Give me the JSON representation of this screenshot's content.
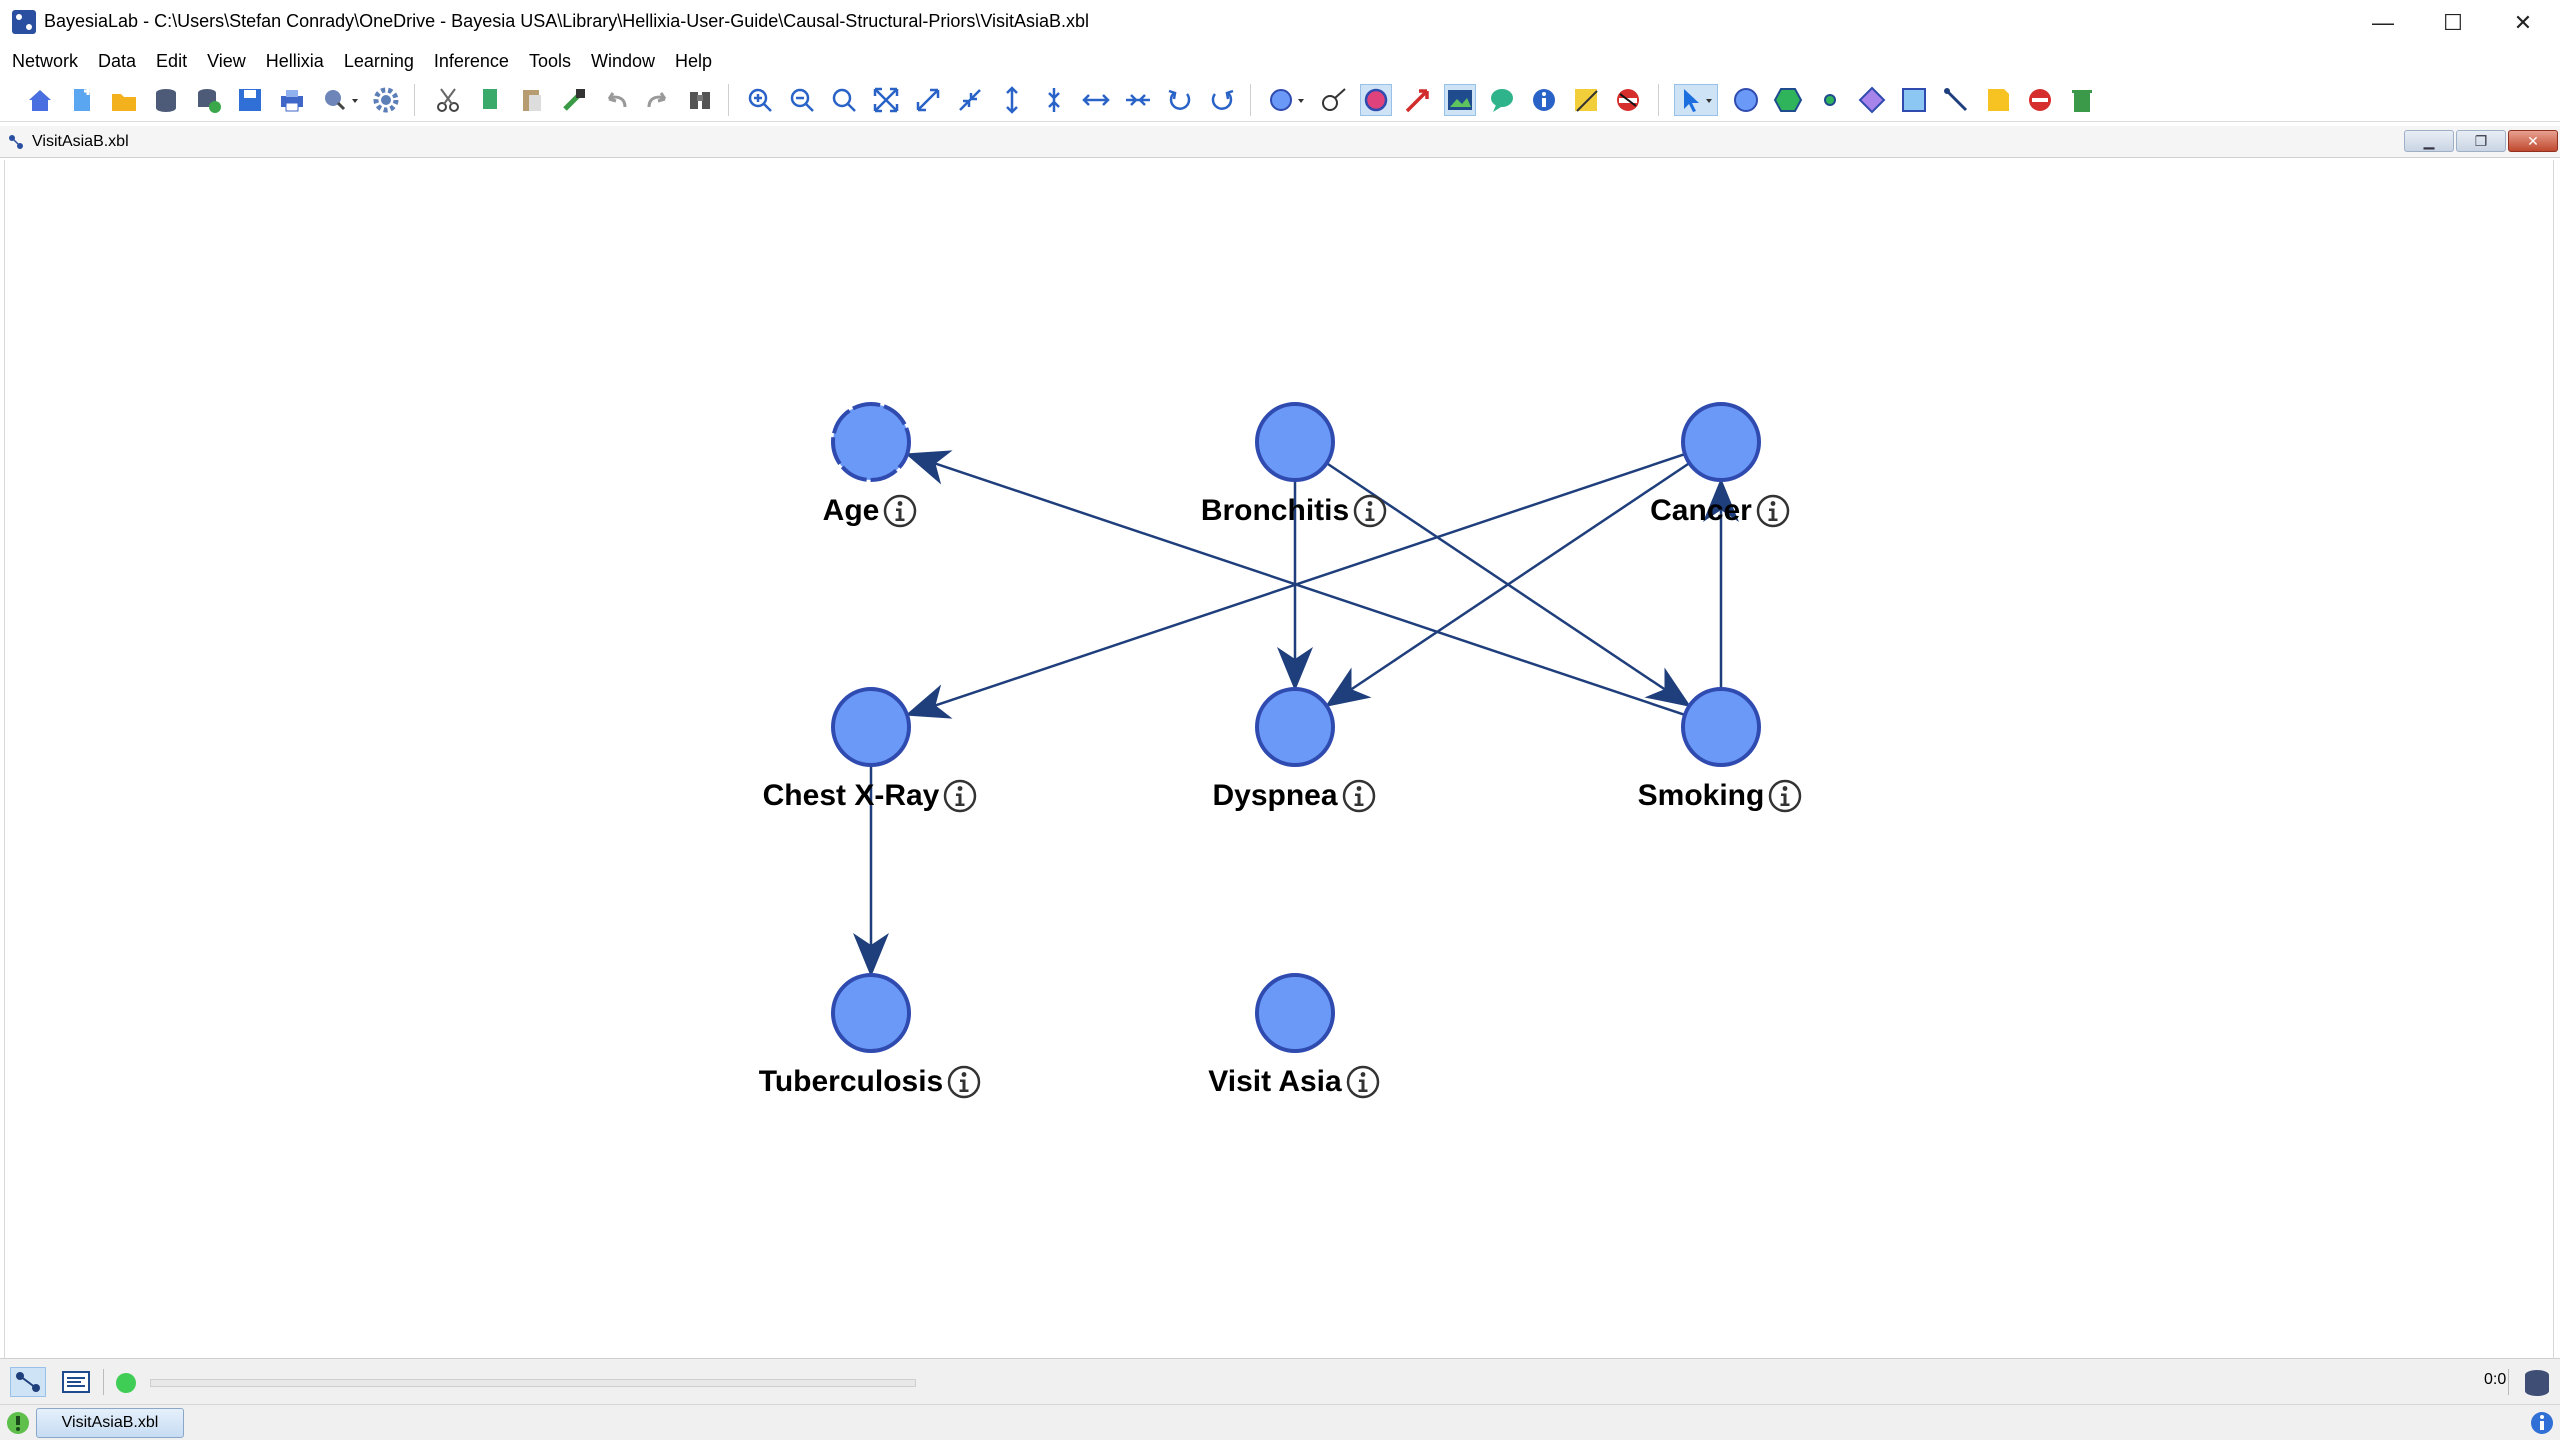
{
  "window": {
    "title": "BayesiaLab - C:\\Users\\Stefan Conrady\\OneDrive - Bayesia USA\\Library\\Hellixia-User-Guide\\Causal-Structural-Priors\\VisitAsiaB.xbl",
    "minimize": "—",
    "maximize": "☐",
    "close": "✕"
  },
  "menu": [
    "Network",
    "Data",
    "Edit",
    "View",
    "Hellixia",
    "Learning",
    "Inference",
    "Tools",
    "Window",
    "Help"
  ],
  "document": {
    "title": "VisitAsiaB.xbl"
  },
  "network": {
    "nodes": [
      {
        "id": "age",
        "label": "Age"
      },
      {
        "id": "bronchitis",
        "label": "Bronchitis"
      },
      {
        "id": "cancer",
        "label": "Cancer"
      },
      {
        "id": "chest-x-ray",
        "label": "Chest X-Ray"
      },
      {
        "id": "dyspnea",
        "label": "Dyspnea"
      },
      {
        "id": "smoking",
        "label": "Smoking"
      },
      {
        "id": "tuberculosis",
        "label": "Tuberculosis"
      },
      {
        "id": "visit-asia",
        "label": "Visit Asia"
      }
    ],
    "arcs": [
      {
        "from": "smoking",
        "to": "age"
      },
      {
        "from": "bronchitis",
        "to": "dyspnea"
      },
      {
        "from": "bronchitis",
        "to": "smoking"
      },
      {
        "from": "cancer",
        "to": "chest-x-ray"
      },
      {
        "from": "cancer",
        "to": "dyspnea"
      },
      {
        "from": "smoking",
        "to": "cancer"
      },
      {
        "from": "chest-x-ray",
        "to": "tuberculosis"
      }
    ],
    "node_color": "#6b99f7",
    "node_border": "#2f4bb0",
    "arc_color": "#1f3e7c"
  },
  "status": {
    "readout": "0:0"
  },
  "taskbar": {
    "tab": "VisitAsiaB.xbl"
  }
}
